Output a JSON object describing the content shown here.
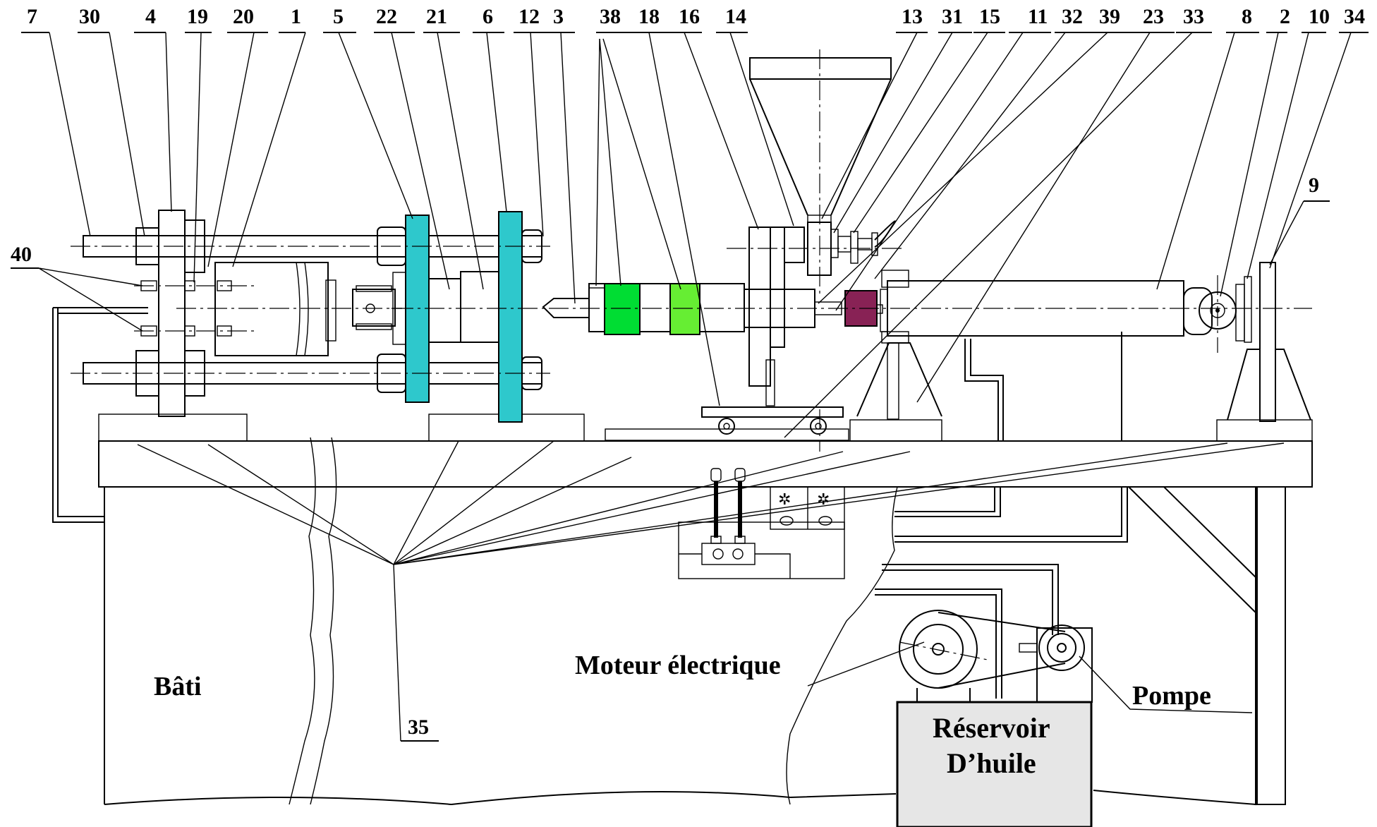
{
  "top_labels": [
    "7",
    "30",
    "4",
    "19",
    "20",
    "1",
    "5",
    "22",
    "21",
    "6",
    "12",
    "3",
    "38",
    "18",
    "16",
    "14",
    "13",
    "31",
    "15",
    "11",
    "32",
    "39",
    "23",
    "33",
    "8",
    "2",
    "10",
    "34"
  ],
  "side_labels": {
    "left": "40",
    "right": "9",
    "bottom": "35"
  },
  "text_labels": {
    "bati": "Bâti",
    "moteur": "Moteur électrique",
    "pompe": "Pompe",
    "reservoir_line1": "Réservoir",
    "reservoir_line2": "D’huile"
  },
  "colors": {
    "cyan_plate": "#2ec8cc",
    "green_light": "#c8f5c8",
    "green_band": "#00dd33",
    "green_band2": "#66ee33",
    "cyan_ring": "#22ccee",
    "pink": "#ee88cc",
    "magenta": "#ee22cc",
    "orange": "#ff8800",
    "maroon": "#882255",
    "dark_green": "#338866",
    "blue": "#0000dd",
    "yellow": "#f0c020",
    "reservoir": "#e6e6e6",
    "hopper_top": "#c8b070"
  }
}
